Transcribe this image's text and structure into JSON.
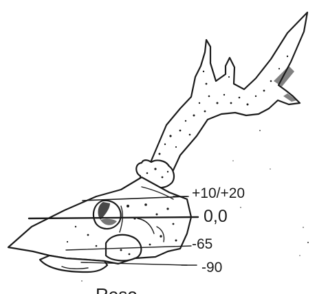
{
  "figure": {
    "levels": [
      {
        "id": "top",
        "label": "+10/+20"
      },
      {
        "id": "zero",
        "label": "0,0"
      },
      {
        "id": "mid",
        "label": "-65"
      },
      {
        "id": "bottom",
        "label": "-90"
      }
    ],
    "caption": "Reso"
  },
  "colors": {
    "ink": "#1a1a1a",
    "paper": "#ffffff"
  }
}
